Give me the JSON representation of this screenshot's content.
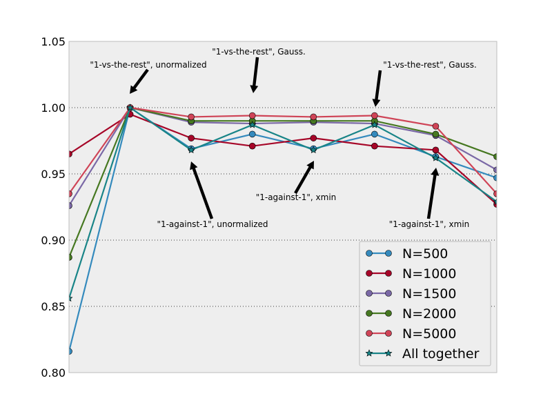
{
  "chart_data": {
    "type": "line",
    "title": "",
    "xlabel": "",
    "ylabel": "",
    "xlim": [
      0,
      7
    ],
    "ylim": [
      0.8,
      1.05
    ],
    "yticks": [
      "0.80",
      "0.85",
      "0.90",
      "0.95",
      "1.00",
      "1.05"
    ],
    "ytick_values": [
      0.8,
      0.85,
      0.9,
      0.95,
      1.0,
      1.05
    ],
    "grid": "y-dotted",
    "legend_position": "lower-right",
    "x": [
      0,
      1,
      2,
      3,
      4,
      5,
      6,
      7
    ],
    "series": [
      {
        "name": "N=500",
        "color": "#348ABD",
        "marker": "circle",
        "values": [
          0.816,
          1.0,
          0.969,
          0.98,
          0.969,
          0.98,
          0.963,
          0.947
        ]
      },
      {
        "name": "N=1000",
        "color": "#A60628",
        "marker": "circle",
        "values": [
          0.965,
          0.995,
          0.977,
          0.971,
          0.977,
          0.971,
          0.968,
          0.927
        ]
      },
      {
        "name": "N=1500",
        "color": "#7A68A6",
        "marker": "circle",
        "values": [
          0.926,
          1.0,
          0.989,
          0.988,
          0.989,
          0.988,
          0.979,
          0.953
        ]
      },
      {
        "name": "N=2000",
        "color": "#467821",
        "marker": "circle",
        "values": [
          0.887,
          1.0,
          0.99,
          0.99,
          0.99,
          0.99,
          0.98,
          0.963
        ]
      },
      {
        "name": "N=5000",
        "color": "#CF4457",
        "marker": "circle",
        "values": [
          0.935,
          1.0,
          0.993,
          0.994,
          0.993,
          0.994,
          0.986,
          0.935
        ]
      },
      {
        "name": "All together",
        "color": "#188487",
        "marker": "star",
        "values": [
          0.856,
          1.0,
          0.968,
          0.987,
          0.968,
          0.987,
          0.962,
          0.929
        ]
      }
    ],
    "annotations": [
      {
        "text": "\"1-vs-the-rest\", unormalized",
        "xy": [
          1,
          1.0
        ]
      },
      {
        "text": "\"1-vs-the-rest\", Gauss.",
        "xy": [
          3,
          1.01
        ]
      },
      {
        "text": "\"1-vs-the-rest\", Gauss.",
        "xy": [
          5,
          1.0
        ]
      },
      {
        "text": "\"1-against-1\", unormalized",
        "xy": [
          2,
          0.96
        ]
      },
      {
        "text": "\"1-against-1\",  xmin",
        "xy": [
          4,
          0.96
        ]
      },
      {
        "text": "\"1-against-1\", xmin",
        "xy": [
          6,
          0.958
        ]
      }
    ]
  },
  "colors": {
    "axes_background": "#EEEEEE",
    "axes_border": "#BCBCBC",
    "grid": "#000000",
    "arrow": "#000000"
  }
}
